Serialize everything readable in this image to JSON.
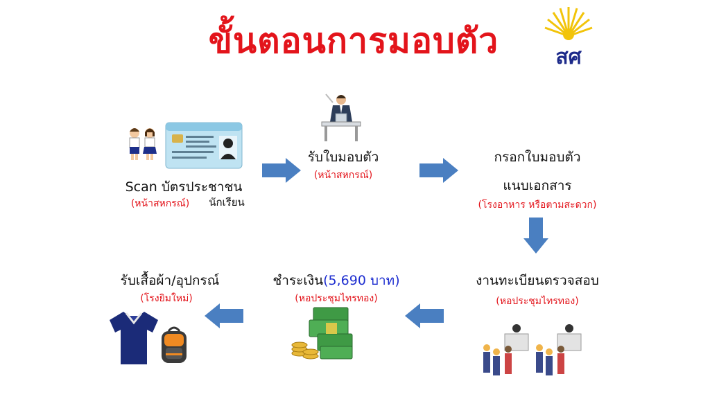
{
  "title": "ขั้นตอนการมอบตัว",
  "logo_text": "สศ",
  "colors": {
    "title": "#e3141b",
    "arrow": "#4a7fc1",
    "note": "#e3141b",
    "amount": "#1f2fd0"
  },
  "steps": [
    {
      "title": "Scan บัตรประชาชน",
      "sub": "(หน้าสหกรณ์)",
      "sub2": "นักเรียน"
    },
    {
      "title": "รับใบมอบตัว",
      "sub": "(หน้าสหกรณ์)"
    },
    {
      "title": "กรอกใบมอบตัว",
      "title2": "แนบเอกสาร",
      "sub": "(โรงอาหาร หรือตามสะดวก)"
    },
    {
      "title": "งานทะเบียนตรวจสอบ",
      "sub": "(หอประชุมไทรทอง)"
    },
    {
      "title_prefix": "ชำระเงิน",
      "amount": "(5,690 บาท)",
      "sub": "(หอประชุมไทรทอง)"
    },
    {
      "title": "รับเสื้อผ้า/อุปกรณ์",
      "sub": "(โรงยิมใหม่)"
    }
  ],
  "icons": [
    "students-icon",
    "id-card-icon",
    "office-worker-icon",
    "registration-queue-icon",
    "money-icon",
    "shirt-icon",
    "backpack-icon"
  ]
}
